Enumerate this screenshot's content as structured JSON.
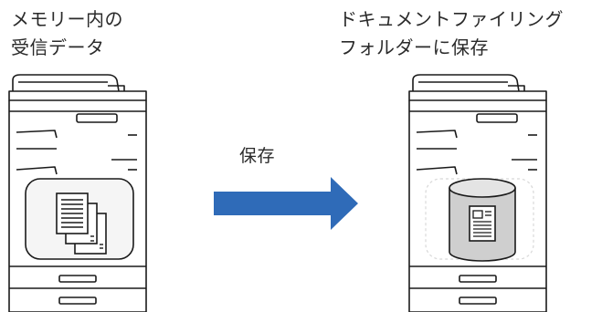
{
  "left_label": "メモリー内の\n受信データ",
  "right_label": "ドキュメントファイリング\nフォルダーに保存",
  "arrow_label": "保存",
  "colors": {
    "outline": "#1a1a1a",
    "arrow": "#2f6bb8",
    "panel_fill": "#f2f2f2",
    "cylinder_fill": "#cfcfcf"
  },
  "icons": {
    "left_panel": "stacked-documents-icon",
    "right_panel": "storage-cylinder-document-icon"
  }
}
